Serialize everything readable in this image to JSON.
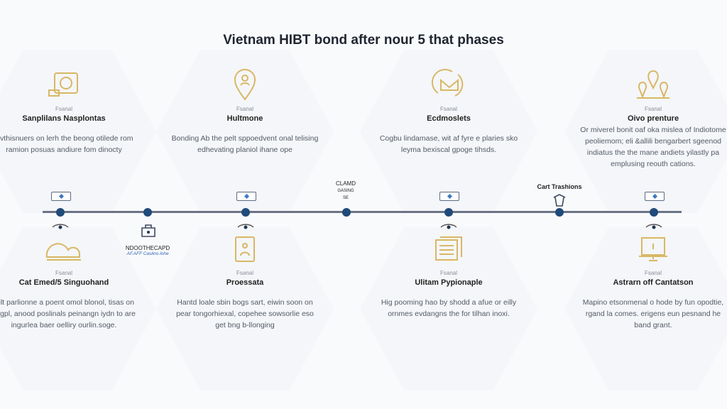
{
  "title": "Vietnam HIBT bond after nour 5 that phases",
  "top_cards": [
    {
      "label": "Fsanal",
      "title": "Sanplilans Nasplontas",
      "desc": "Dvthisnuers on lerh the beong otilede rom ramion posuas andiure fom dinocty",
      "icon": "camera-icon"
    },
    {
      "label": "Fsanal",
      "title": "Hultmone",
      "desc": "Bonding Ab the pelt sppoedvent onal telising edhevating planiol ihane ope",
      "icon": "map-pin-icon"
    },
    {
      "label": "Fsanal",
      "title": "Ecdmoslets",
      "desc": "Cogbu lindamase, wit af fyre e plaries sko leyma bexiscal gpoge tihsds.",
      "icon": "envelope-cycle-icon"
    },
    {
      "label": "Fsanal",
      "title": "Oivo prenture",
      "desc": "Or miverel bonit oaf oka mislea of Indiotome peoliemom; eli &allili bengarbert sgeenod indiatus the the mane andiets yilastly pa emplusing reouth cations.",
      "icon": "location-pins-icon"
    }
  ],
  "bottom_cards": [
    {
      "label": "Fsanal",
      "title": "Cat Emed/5 Singuohand",
      "desc": "Hilt parlionne a poent omol blonol, tisas on segpl, anood poslinals peinangn iydn to are ingurlea baer oelliry ourlin.soge.",
      "icon": "cloud-icon"
    },
    {
      "label": "Fsanal",
      "title": "Proessata",
      "desc": "Hantd loale sbin bogs sart, eiwin soon on pear tongorhiexal, copehee sowsorlie eso get bng b-llonging",
      "icon": "clipboard-person-icon"
    },
    {
      "label": "Fsanal",
      "title": "Ulitam Pypionaple",
      "desc": "Hig pooming hao by shodd a afue or eilly ornmes evdangns the for tilhan inoxi.",
      "icon": "documents-icon"
    },
    {
      "label": "Fsanal",
      "title": "Astrarn off Cantatson",
      "desc": "Mapino etsonmenal o hode by fun opodtie, rgand la comes. erigens eun pesnand he band grant.",
      "icon": "monitor-icon"
    }
  ],
  "timeline_notes": {
    "basket_title": "NDOOTHECAPD",
    "basket_sub": "AF.AFF Caslino.lohe",
    "claimed_1": "CLAMD",
    "claimed_2": "GASING",
    "claimed_3": "SE",
    "cart": "Cart Trashions"
  },
  "colors": {
    "accent": "#d9b765",
    "timeline": "#6b7385",
    "dot": "#1f4a7a"
  }
}
